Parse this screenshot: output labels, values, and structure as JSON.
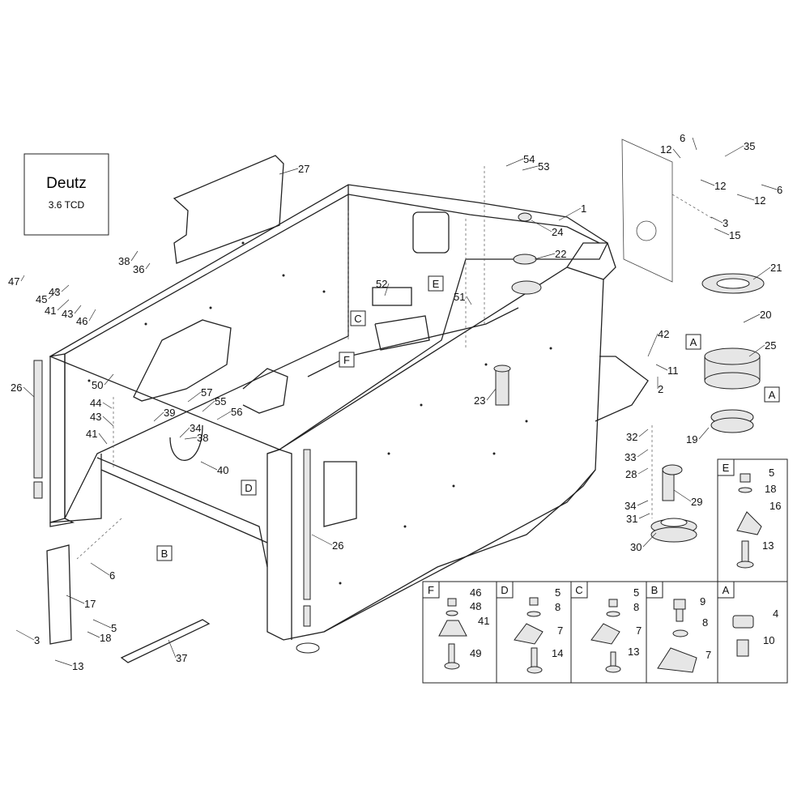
{
  "engine_box": {
    "title": "Deutz",
    "subtitle": "3.6 TCD"
  },
  "view_letters": [
    "C",
    "E",
    "F",
    "D",
    "B",
    "A",
    "A"
  ],
  "detail_boxes": {
    "E": {
      "letter": "E",
      "callouts": [
        "5",
        "18",
        "16",
        "13"
      ]
    },
    "F": {
      "letter": "F",
      "callouts": [
        "46",
        "48",
        "41",
        "49"
      ]
    },
    "D": {
      "letter": "D",
      "callouts": [
        "5",
        "8",
        "7",
        "14"
      ]
    },
    "C": {
      "letter": "C",
      "callouts": [
        "5",
        "8",
        "7",
        "13"
      ]
    },
    "B": {
      "letter": "B",
      "callouts": [
        "9",
        "8",
        "7"
      ]
    },
    "A": {
      "letter": "A",
      "callouts": [
        "4",
        "10"
      ]
    }
  },
  "callouts": [
    "1",
    "2",
    "3",
    "3",
    "5",
    "6",
    "6",
    "6",
    "11",
    "12",
    "12",
    "12",
    "13",
    "15",
    "17",
    "18",
    "19",
    "20",
    "21",
    "22",
    "23",
    "24",
    "25",
    "26",
    "26",
    "27",
    "28",
    "29",
    "30",
    "31",
    "32",
    "33",
    "34",
    "34",
    "35",
    "36",
    "37",
    "38",
    "38",
    "39",
    "40",
    "41",
    "41",
    "42",
    "43",
    "43",
    "43",
    "44",
    "45",
    "46",
    "47",
    "50",
    "51",
    "52",
    "53",
    "54",
    "55",
    "56",
    "57"
  ]
}
